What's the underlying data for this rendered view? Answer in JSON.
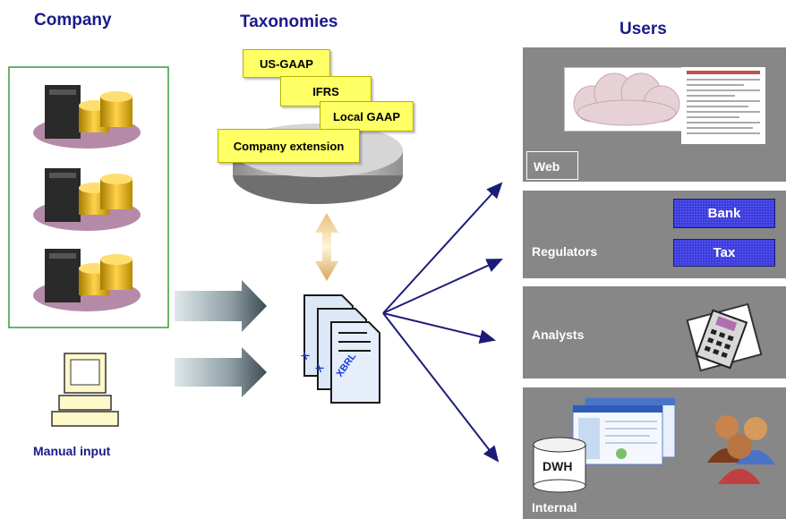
{
  "headers": {
    "company": "Company",
    "taxonomies": "Taxonomies",
    "users": "Users"
  },
  "taxonomy_notes": [
    "US-GAAP",
    "IFRS",
    "Local GAAP",
    "Company extension"
  ],
  "manual_input_label": "Manual input",
  "document_labels": [
    "XBRL",
    "X",
    "X"
  ],
  "user_panels": {
    "web": "Web",
    "regulators": "Regulators",
    "analysts": "Analysts",
    "internal": "Internal"
  },
  "regulator_buttons": [
    "Bank",
    "Tax"
  ],
  "dwh_label": "DWH",
  "colors": {
    "header_text": "#1a1a8c",
    "panel_gray": "#878787",
    "note_yellow": "#ffff66",
    "regulator_blue": "#3838d8",
    "arrow_navy": "#1c1c78",
    "company_border": "#3a9a3a"
  },
  "icons": [
    "server-database-icon",
    "computer-terminal-icon",
    "xbrl-document-icon",
    "cloud-icon",
    "report-sheet-icon",
    "calculator-icon",
    "people-icon",
    "database-icon",
    "browser-window-icon"
  ]
}
